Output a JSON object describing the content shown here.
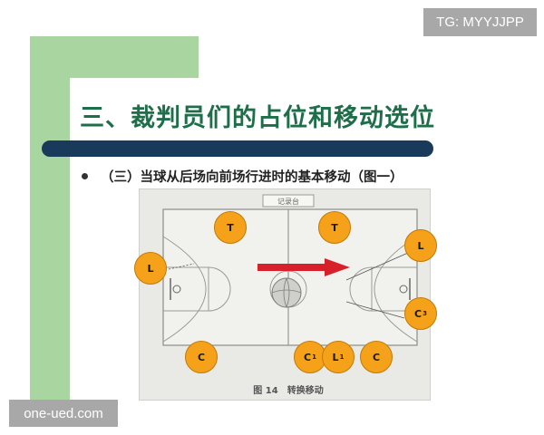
{
  "slide": {
    "title": "三、裁判员们的占位和移动选位",
    "bullet_text": "（三）当球从后场向前场行进时的基本移动（图一）"
  },
  "figure": {
    "table_label": "记录台",
    "caption": "图 14　转换移动",
    "officials": [
      {
        "letter": "T",
        "sub": ""
      },
      {
        "letter": "T",
        "sub": ""
      },
      {
        "letter": "L",
        "sub": ""
      },
      {
        "letter": "L",
        "sub": ""
      },
      {
        "letter": "C",
        "sub": "3"
      },
      {
        "letter": "C",
        "sub": ""
      },
      {
        "letter": "C",
        "sub": "1"
      },
      {
        "letter": "L",
        "sub": "1"
      },
      {
        "letter": "C",
        "sub": ""
      }
    ],
    "arrow_color": "#d8202a",
    "official_color": "#f5a21a"
  },
  "watermarks": {
    "top_right": "TG: MYYJJPP",
    "bottom_left": "one-ued.com"
  }
}
